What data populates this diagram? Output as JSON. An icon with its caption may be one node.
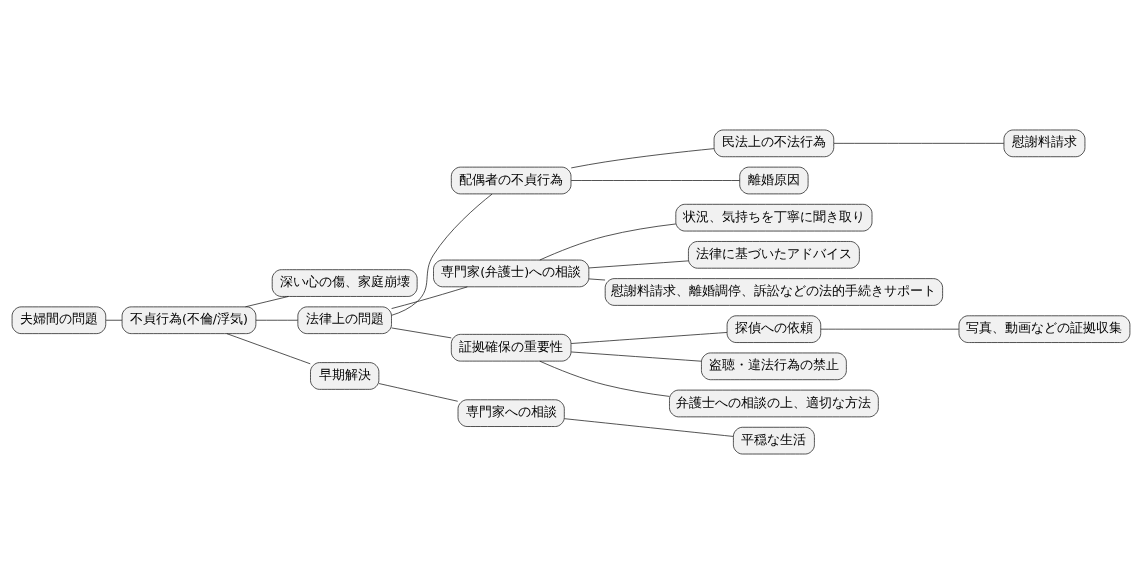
{
  "diagram": {
    "nodes": [
      {
        "text": [
          "夫婦間の問題"
        ]
      },
      {
        "text": [
          "不貞行為(不倫/浮気)"
        ]
      },
      {
        "text": [
          "深い心の傷、家庭崩壊"
        ]
      },
      {
        "text": [
          "法律上の問題"
        ]
      },
      {
        "text": [
          "配偶者の不貞行為"
        ]
      },
      {
        "text": [
          "民法上の不法行為"
        ]
      },
      {
        "text": [
          "慰謝料請求"
        ]
      },
      {
        "text": [
          "離婚原因"
        ]
      },
      {
        "text": [
          "専門家(弁護士)への相談"
        ]
      },
      {
        "text": [
          "状況、気持ちを丁寧に聞き取り"
        ]
      },
      {
        "text": [
          "法律に基づいたアドバイス"
        ]
      },
      {
        "text": [
          "慰謝料請求、離婚調停、訴訟などの法的手続きサポート"
        ]
      },
      {
        "text": [
          "証拠確保の重要性"
        ]
      },
      {
        "text": [
          "探偵への依頼"
        ]
      },
      {
        "text": [
          "写真、動画などの証拠収集"
        ]
      },
      {
        "text": [
          "盗聴・違法行為の禁止"
        ]
      },
      {
        "text": [
          "弁護士への相談の上、適切な方法"
        ]
      },
      {
        "text": [
          "早期解決"
        ]
      },
      {
        "text": [
          "専門家への相談"
        ]
      },
      {
        "text": [
          "平穏な生活"
        ]
      }
    ],
    "edges": [
      {
        "from": 0,
        "to": 1,
        "arrow": "none"
      },
      {
        "from": 1,
        "to": 2,
        "arrow": "none"
      },
      {
        "from": 1,
        "to": 3,
        "arrow": "none"
      },
      {
        "from": 3,
        "to": 4,
        "arrow": "none"
      },
      {
        "from": 4,
        "to": 5,
        "arrow": "none"
      },
      {
        "from": 5,
        "to": 6,
        "arrow": "none"
      },
      {
        "from": 4,
        "to": 7,
        "arrow": "none"
      },
      {
        "from": 3,
        "to": 8,
        "arrow": "none"
      },
      {
        "from": 8,
        "to": 9,
        "arrow": "none"
      },
      {
        "from": 8,
        "to": 10,
        "arrow": "none"
      },
      {
        "from": 8,
        "to": 11,
        "arrow": "none"
      },
      {
        "from": 3,
        "to": 12,
        "arrow": "none"
      },
      {
        "from": 12,
        "to": 13,
        "arrow": "none"
      },
      {
        "from": 13,
        "to": 14,
        "arrow": "none"
      },
      {
        "from": 12,
        "to": 15,
        "arrow": "none"
      },
      {
        "from": 12,
        "to": 16,
        "arrow": "none"
      },
      {
        "from": 1,
        "to": 17,
        "arrow": "none"
      },
      {
        "from": 17,
        "to": 18,
        "arrow": "none"
      },
      {
        "from": 18,
        "to": 19,
        "arrow": "none"
      }
    ]
  }
}
